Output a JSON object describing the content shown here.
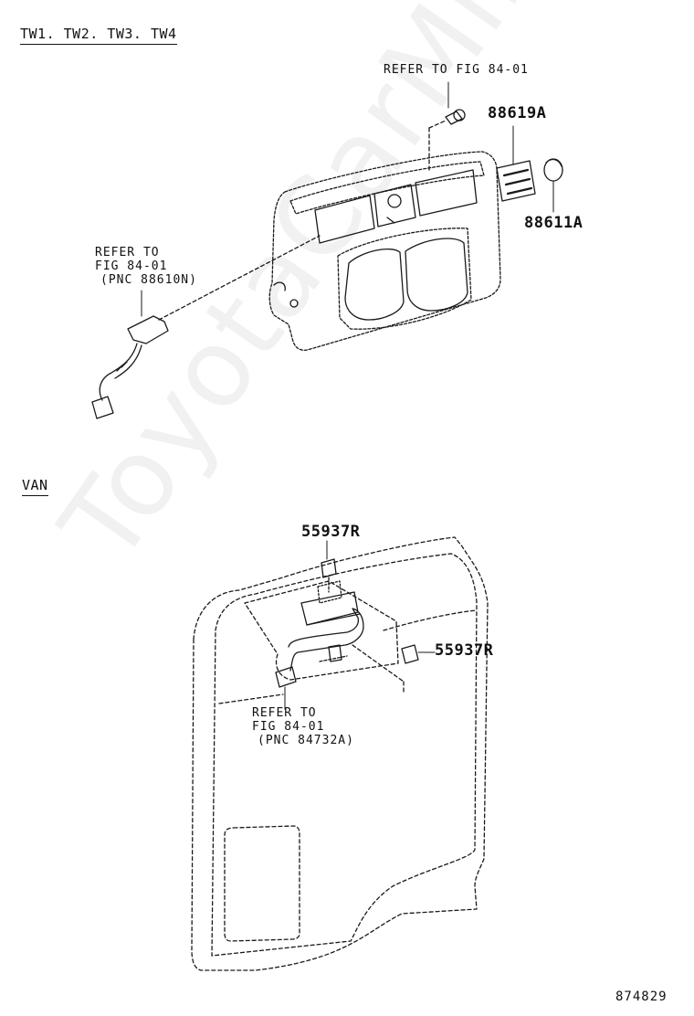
{
  "sections": {
    "top_title": "TW1. TW2. TW3. TW4",
    "bottom_title": "VAN"
  },
  "refs": {
    "top_bolt_ref": "REFER TO FIG 84-01",
    "top_wire_ref": [
      "REFER TO",
      "FIG 84-01",
      "(PNC 88610N)"
    ],
    "van_wire_ref": [
      "REFER TO",
      "FIG 84-01",
      "(PNC 84732A)"
    ]
  },
  "parts": {
    "p88619A": "88619A",
    "p88611A": "88611A",
    "p55937R_top": "55937R",
    "p55937R_side": "55937R"
  },
  "illustration_number": "874829",
  "watermark": "ToyotaCarMine.ru"
}
